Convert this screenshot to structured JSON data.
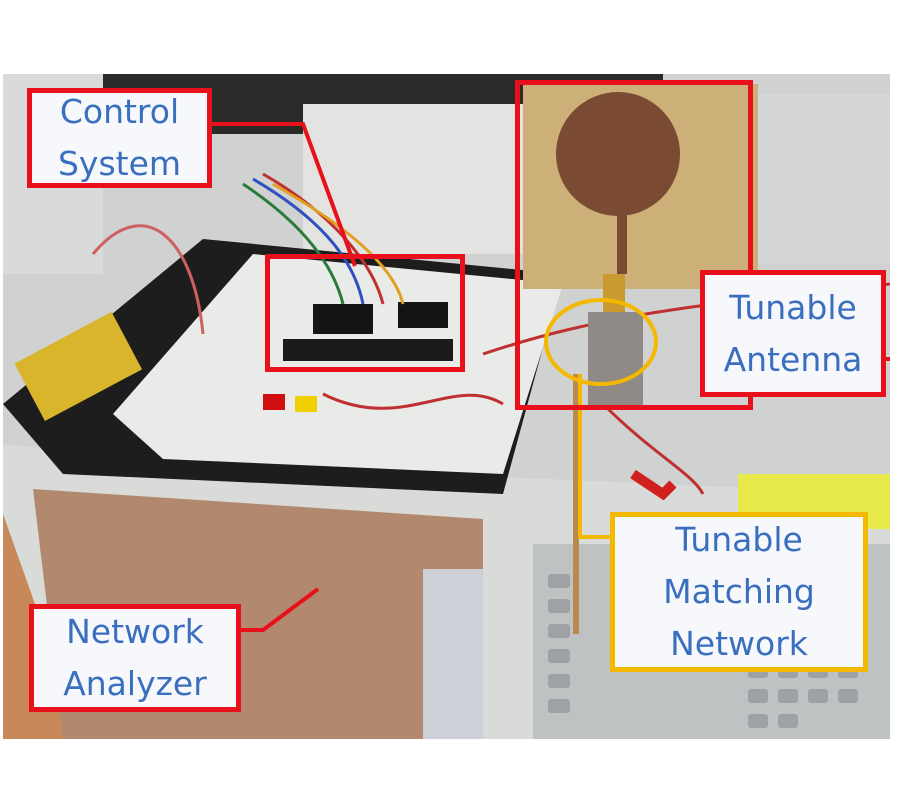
{
  "image": {
    "description": "Photograph of experimental setup: breadboard control circuit, tunable circular monopole antenna on PCB with matching network, placed on a network analyzer",
    "colors": {
      "callout_red": "#e8101a",
      "callout_yellow": "#f5b800",
      "label_text": "#3a6fc0",
      "label_background": "#f7f8fb"
    }
  },
  "callouts": [
    {
      "id": "control-system",
      "lines": [
        "Control",
        "System"
      ],
      "border": "red"
    },
    {
      "id": "tunable-antenna",
      "lines": [
        "Tunable",
        "Antenna"
      ],
      "border": "red"
    },
    {
      "id": "tunable-matching-network",
      "lines": [
        "Tunable",
        "Matching",
        "Network"
      ],
      "border": "yellow"
    },
    {
      "id": "network-analyzer",
      "lines": [
        "Network",
        "Analyzer"
      ],
      "border": "red"
    }
  ]
}
